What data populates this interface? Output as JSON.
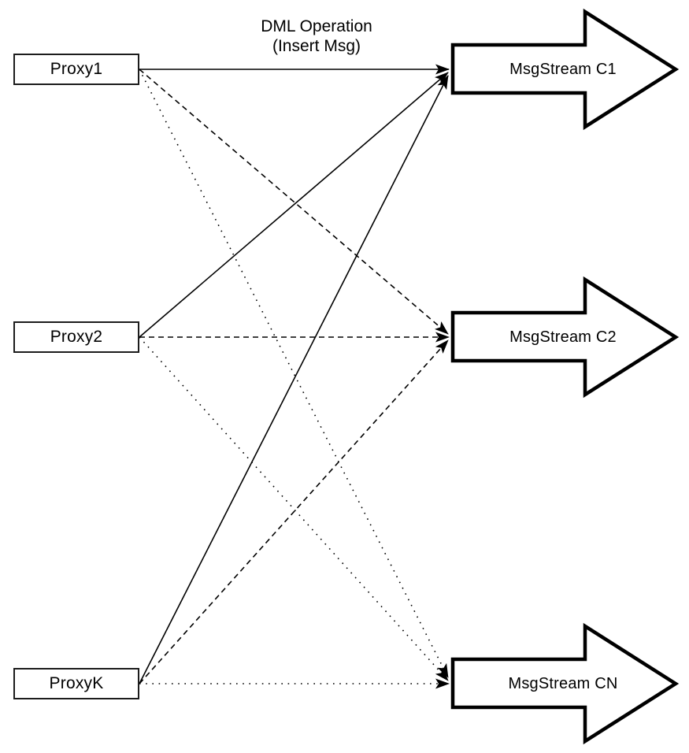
{
  "note": {
    "line1": "DML Operation",
    "line2": "(Insert Msg)"
  },
  "proxies": [
    {
      "id": "proxy1",
      "label": "Proxy1"
    },
    {
      "id": "proxy2",
      "label": "Proxy2"
    },
    {
      "id": "proxyk",
      "label": "ProxyK"
    }
  ],
  "streams": [
    {
      "id": "c1",
      "label": "MsgStream C1",
      "incoming_line_style": "solid"
    },
    {
      "id": "c2",
      "label": "MsgStream C2",
      "incoming_line_style": "dashed"
    },
    {
      "id": "cn",
      "label": "MsgStream CN",
      "incoming_line_style": "dotted"
    }
  ],
  "edges": [
    {
      "from": "Proxy1",
      "to": "MsgStream C1",
      "style": "solid"
    },
    {
      "from": "Proxy2",
      "to": "MsgStream C1",
      "style": "solid"
    },
    {
      "from": "ProxyK",
      "to": "MsgStream C1",
      "style": "solid"
    },
    {
      "from": "Proxy1",
      "to": "MsgStream C2",
      "style": "dashed"
    },
    {
      "from": "Proxy2",
      "to": "MsgStream C2",
      "style": "dashed"
    },
    {
      "from": "ProxyK",
      "to": "MsgStream C2",
      "style": "dashed"
    },
    {
      "from": "Proxy1",
      "to": "MsgStream CN",
      "style": "dotted"
    },
    {
      "from": "Proxy2",
      "to": "MsgStream CN",
      "style": "dotted"
    },
    {
      "from": "ProxyK",
      "to": "MsgStream CN",
      "style": "dotted"
    }
  ],
  "colors": {
    "stroke": "#000000",
    "fill": "#ffffff",
    "background": "#ffffff"
  }
}
